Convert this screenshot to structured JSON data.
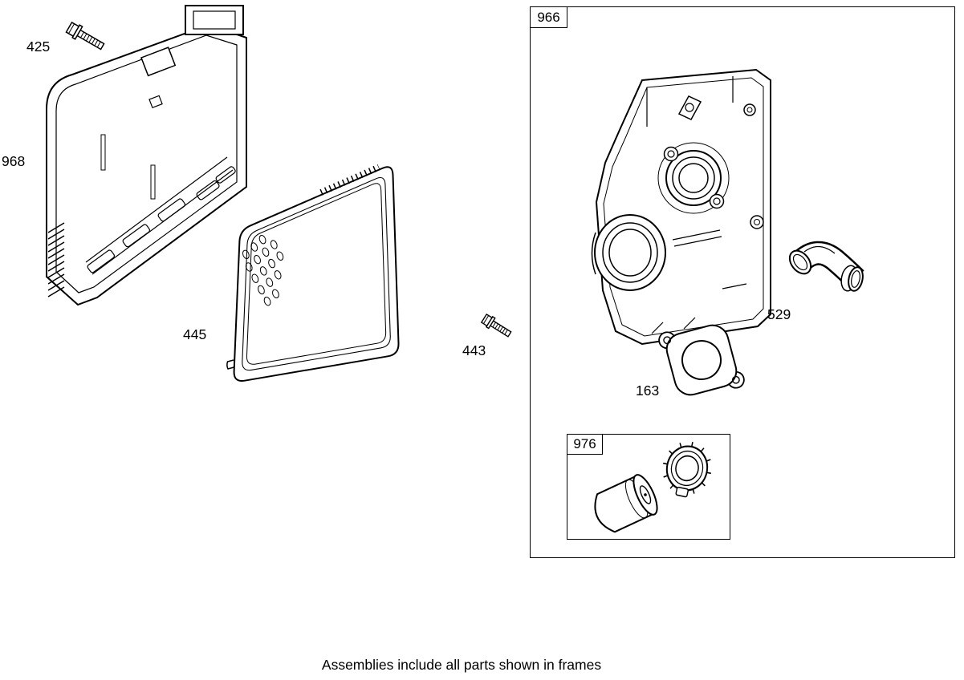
{
  "caption": "Assemblies include all parts shown in frames",
  "labels": {
    "part_425": "425",
    "part_968": "968",
    "part_445": "445",
    "part_443": "443",
    "part_529": "529",
    "part_163": "163",
    "frame_966": "966",
    "frame_976": "976"
  },
  "colors": {
    "line": "#000000",
    "background": "#ffffff"
  }
}
